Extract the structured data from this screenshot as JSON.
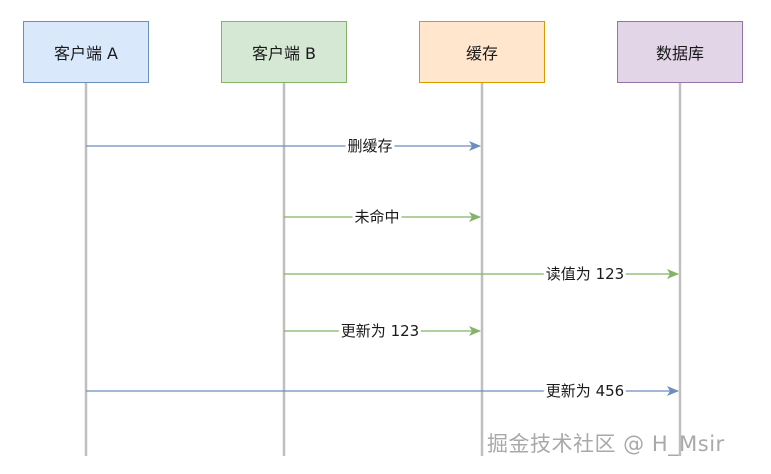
{
  "actors": {
    "client_a": "客户端 A",
    "client_b": "客户端 B",
    "cache": "缓存",
    "database": "数据库"
  },
  "messages": [
    {
      "label": "删缓存",
      "from": "client_a",
      "to": "cache",
      "color": "#6c8ebf"
    },
    {
      "label": "未命中",
      "from": "client_b",
      "to": "cache",
      "color": "#82b366"
    },
    {
      "label": "读值为 123",
      "from": "client_b",
      "to": "database",
      "color": "#82b366"
    },
    {
      "label": "更新为 123",
      "from": "client_b",
      "to": "cache",
      "color": "#82b366"
    },
    {
      "label": "更新为 456",
      "from": "client_a",
      "to": "database",
      "color": "#6c8ebf"
    }
  ],
  "colors": {
    "lifeline": "#bfbfbf",
    "client_a_fill": "#dae8fc",
    "client_a_stroke": "#6c8ebf",
    "client_b_fill": "#d5e8d4",
    "client_b_stroke": "#82b366",
    "cache_fill": "#ffe6cc",
    "cache_stroke": "#d79b00",
    "database_fill": "#e1d5e7",
    "database_stroke": "#9673a6"
  },
  "watermark": "掘金技术社区 @ H_Msir"
}
